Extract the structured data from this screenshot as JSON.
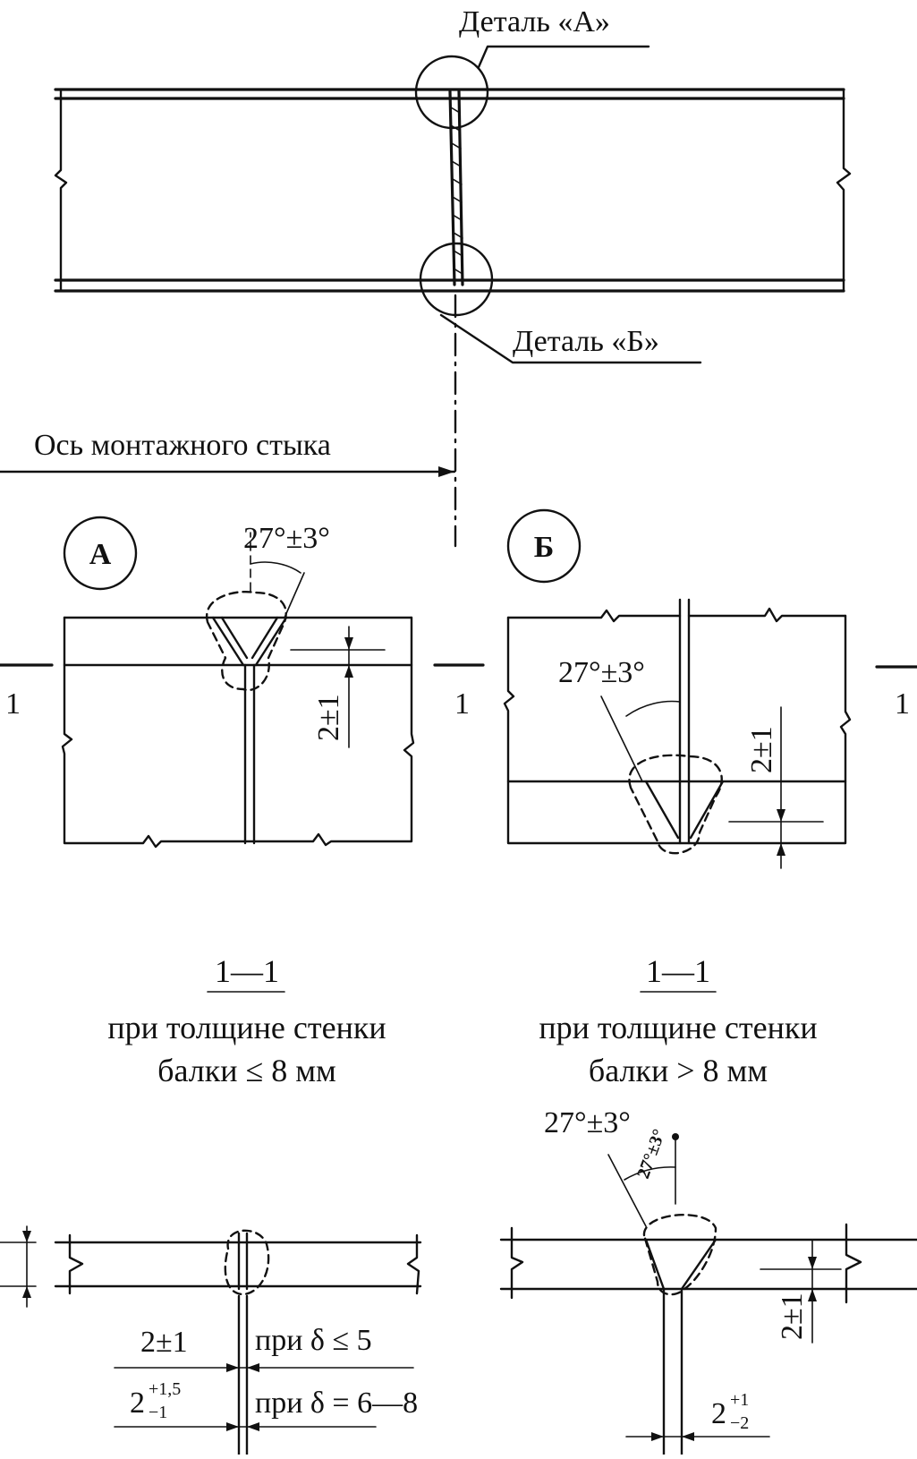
{
  "labels": {
    "detail_a": "Деталь «А»",
    "detail_b": "Деталь «Б»",
    "joint_axis": "Ось монтажного стыка",
    "circle_a": "А",
    "circle_b": "Б",
    "section_marker": "1",
    "angle": "27°±3°",
    "gap_2pm1": "2±1",
    "section_title": "1—1",
    "caption_thin_line1": "при толщине стенки",
    "caption_thin_line2": "балки ≤ 8 мм",
    "caption_thick_line1": "при толщине стенки",
    "caption_thick_line2": "балки > 8 мм",
    "cond_le5": "при δ ≤ 5",
    "cond_6_8": "при δ = 6—8",
    "gap_main": "2",
    "gap_sup1": "+1,5",
    "gap_sub1": "−1",
    "gap_sup2": "+1",
    "gap_sub2": "−2",
    "small_angle": "27°±3°"
  }
}
